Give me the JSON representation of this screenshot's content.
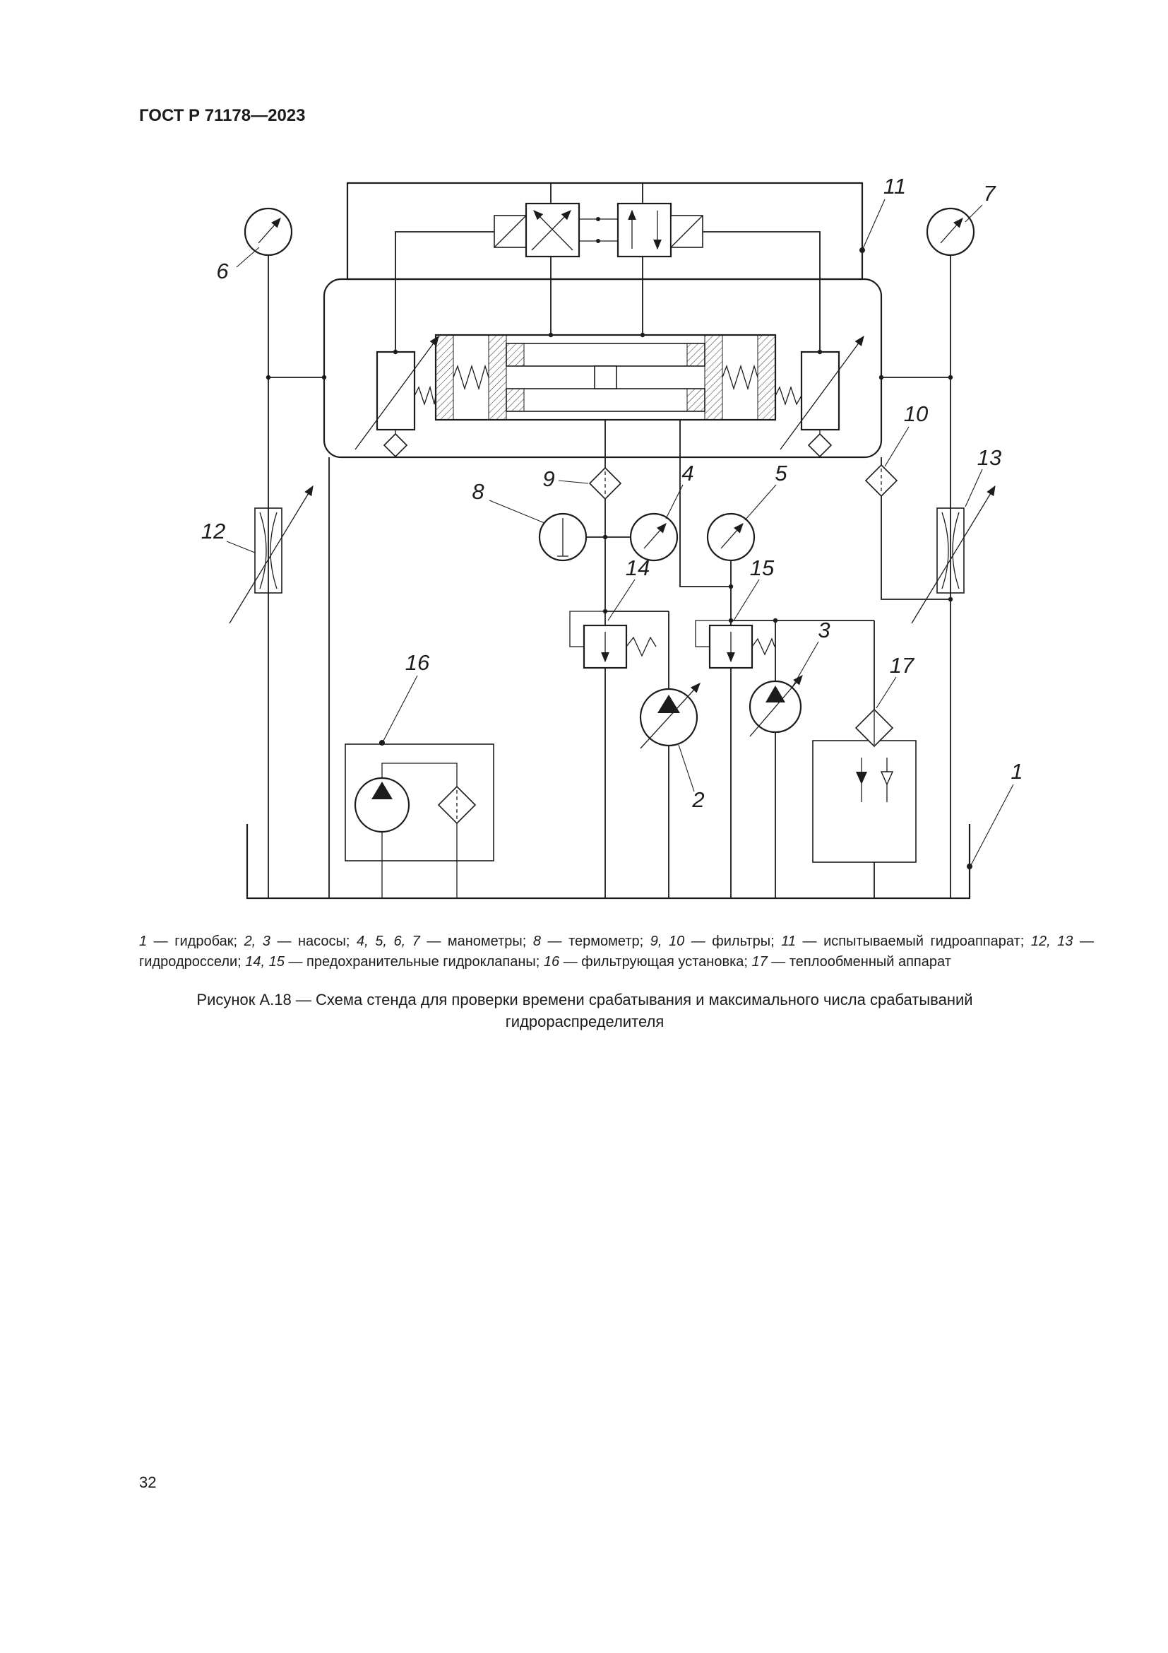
{
  "page": {
    "header": "ГОСТ Р 71178—2023",
    "page_number": "32"
  },
  "figure": {
    "callouts": {
      "c1": "1",
      "c2": "2",
      "c3": "3",
      "c4": "4",
      "c5": "5",
      "c6": "6",
      "c7": "7",
      "c8": "8",
      "c9": "9",
      "c10": "10",
      "c11": "11",
      "c12": "12",
      "c13": "13",
      "c14": "14",
      "c15": "15",
      "c16": "16",
      "c17": "17"
    },
    "legend_segments": [
      {
        "t": "1",
        "i": true
      },
      {
        "t": " — гидробак; ",
        "i": false
      },
      {
        "t": "2, 3",
        "i": true
      },
      {
        "t": " — насосы; ",
        "i": false
      },
      {
        "t": "4, 5, 6, 7",
        "i": true
      },
      {
        "t": " — манометры; ",
        "i": false
      },
      {
        "t": "8",
        "i": true
      },
      {
        "t": " — термометр; ",
        "i": false
      },
      {
        "t": "9, 10",
        "i": true
      },
      {
        "t": " — фильтры; ",
        "i": false
      },
      {
        "t": "11",
        "i": true
      },
      {
        "t": " — испытываемый гидроаппарат; ",
        "i": false
      },
      {
        "t": "12, 13",
        "i": true
      },
      {
        "t": " — гидродроссели; ",
        "i": false
      },
      {
        "t": "14, 15",
        "i": true
      },
      {
        "t": " — предохранительные гидроклапаны; ",
        "i": false
      },
      {
        "t": "16",
        "i": true
      },
      {
        "t": " — фильтрующая установка; ",
        "i": false
      },
      {
        "t": "17",
        "i": true
      },
      {
        "t": " — теплообменный аппарат",
        "i": false
      }
    ],
    "caption_line1": "Рисунок А.18 — Схема стенда для проверки времени срабатывания и максимального числа срабатываний",
    "caption_line2": "гидрораспределителя"
  }
}
